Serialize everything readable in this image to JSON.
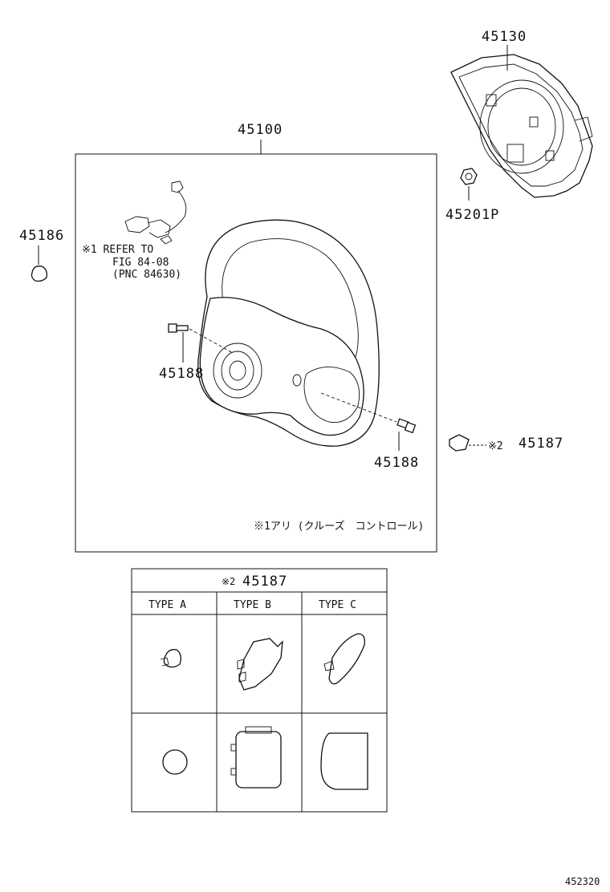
{
  "parts": {
    "p45130": "45130",
    "p45100": "45100",
    "p45201p": "45201P",
    "p45186": "45186",
    "p45188_top": "45188",
    "p45188_bottom": "45188",
    "p45187": "45187"
  },
  "notes": {
    "refer_line1": "※1 REFER TO",
    "refer_line2": "FIG 84-08",
    "refer_line3": "(PNC 84630)",
    "callout_2": "※2",
    "cruise_note": "※1アリ (クルーズ　コントロール)"
  },
  "table": {
    "mark": "※2",
    "part": "45187",
    "headers": [
      "TYPE  A",
      "TYPE  B",
      "TYPE  C"
    ]
  },
  "diagram_id": "452320"
}
